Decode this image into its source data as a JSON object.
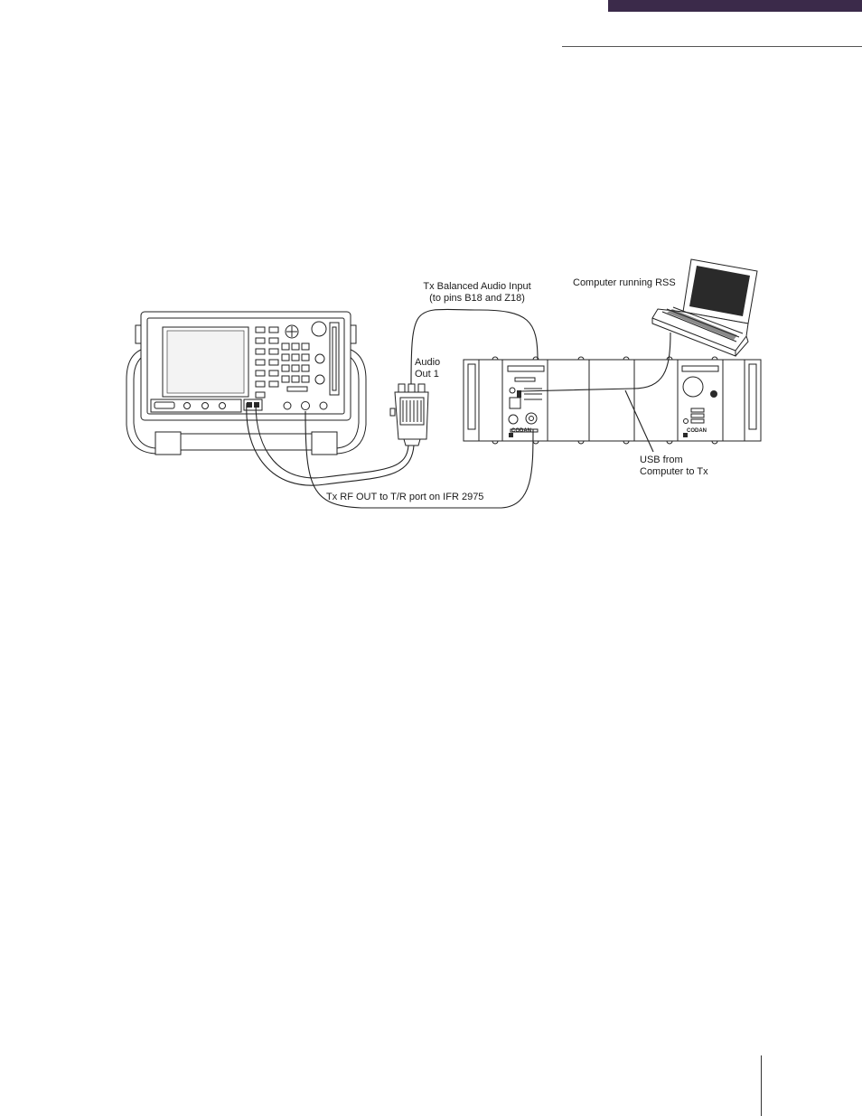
{
  "header": {
    "accent_color": "#3b2a4a"
  },
  "diagram": {
    "labels": {
      "tx_audio_input_line1": "Tx Balanced Audio Input",
      "tx_audio_input_line2": "(to pins B18 and Z18)",
      "computer": "Computer running RSS",
      "audio_out_line1": "Audio",
      "audio_out_line2": "Out 1",
      "usb_line1": "USB from",
      "usb_line2": "Computer to Tx",
      "rf_out": "Tx RF OUT to T/R port on IFR 2975",
      "codan_left": "CODAN",
      "codan_right": "CODAN"
    }
  }
}
